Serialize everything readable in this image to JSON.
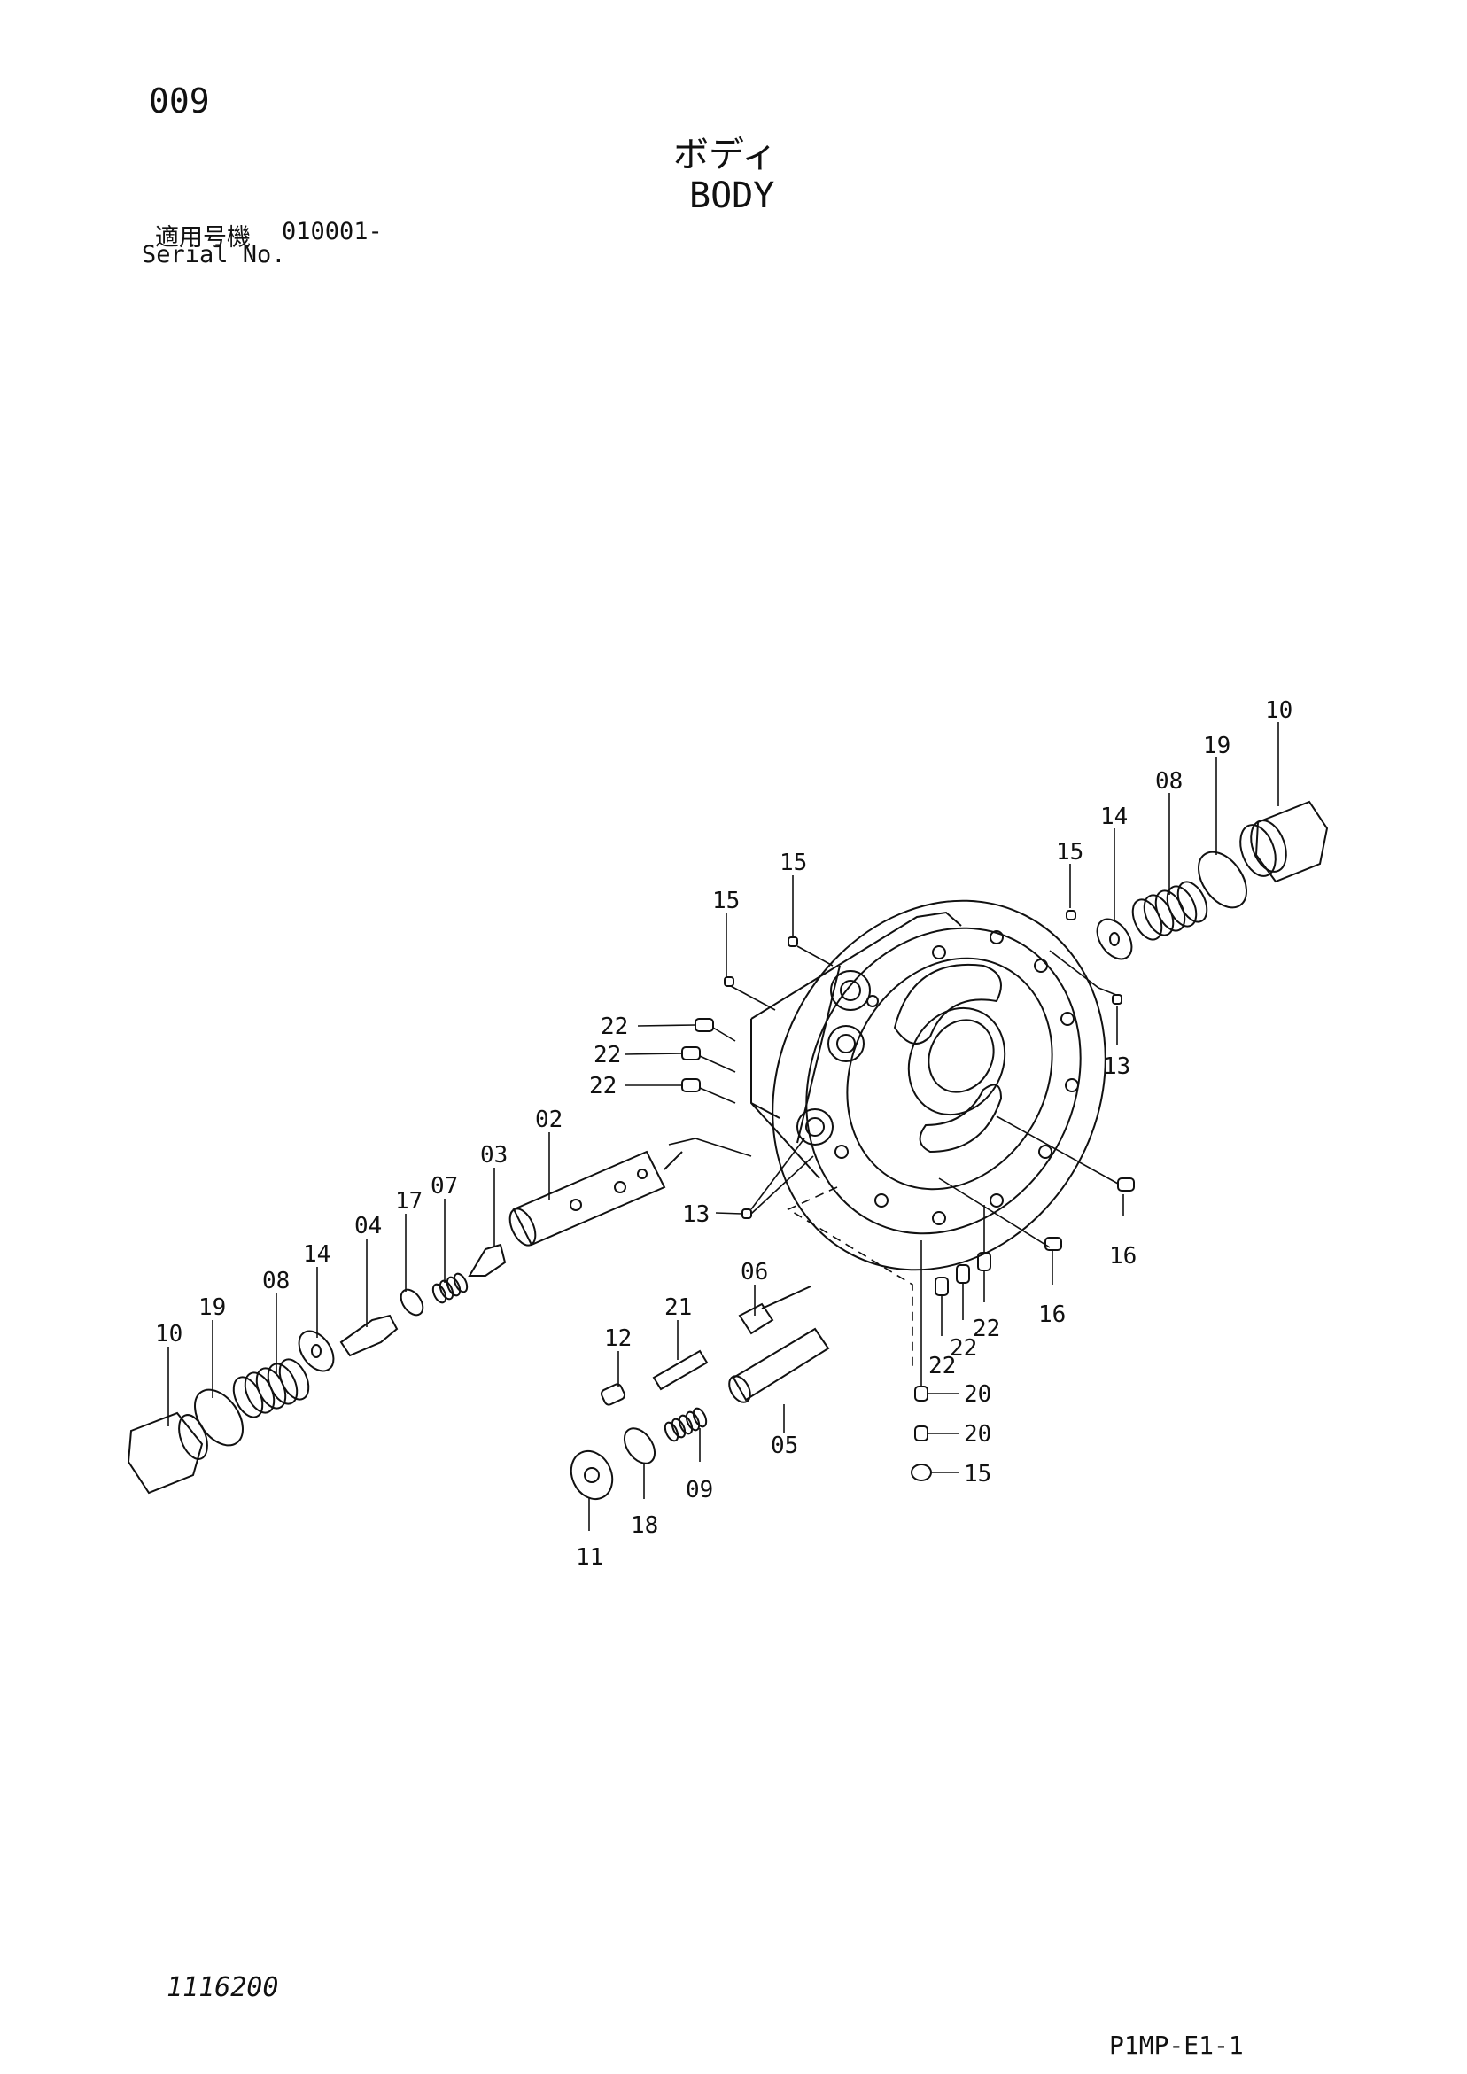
{
  "header": {
    "page_number": "009",
    "title_ja": "ボディ",
    "title_en": "BODY",
    "serial_label_ja": "適用号機",
    "serial_value": "010001-",
    "serial_label_en": "Serial No."
  },
  "footer": {
    "drawing_number": "1116200",
    "page_code": "P1MP-E1-1"
  },
  "callouts": [
    {
      "id": "c-10-right",
      "text": "10"
    },
    {
      "id": "c-19-right",
      "text": "19"
    },
    {
      "id": "c-08-right",
      "text": "08"
    },
    {
      "id": "c-14-right",
      "text": "14"
    },
    {
      "id": "c-15-right",
      "text": "15"
    },
    {
      "id": "c-15-top",
      "text": "15"
    },
    {
      "id": "c-15-left",
      "text": "15"
    },
    {
      "id": "c-13-right",
      "text": "13"
    },
    {
      "id": "c-22-a",
      "text": "22"
    },
    {
      "id": "c-22-b",
      "text": "22"
    },
    {
      "id": "c-22-c",
      "text": "22"
    },
    {
      "id": "c-02",
      "text": "02"
    },
    {
      "id": "c-03",
      "text": "03"
    },
    {
      "id": "c-07",
      "text": "07"
    },
    {
      "id": "c-17",
      "text": "17"
    },
    {
      "id": "c-04",
      "text": "04"
    },
    {
      "id": "c-14-left",
      "text": "14"
    },
    {
      "id": "c-08-left",
      "text": "08"
    },
    {
      "id": "c-19-left",
      "text": "19"
    },
    {
      "id": "c-10-left",
      "text": "10"
    },
    {
      "id": "c-13-left",
      "text": "13"
    },
    {
      "id": "c-06",
      "text": "06"
    },
    {
      "id": "c-21",
      "text": "21"
    },
    {
      "id": "c-12",
      "text": "12"
    },
    {
      "id": "c-05",
      "text": "05"
    },
    {
      "id": "c-09",
      "text": "09"
    },
    {
      "id": "c-18",
      "text": "18"
    },
    {
      "id": "c-11",
      "text": "11"
    },
    {
      "id": "c-16-right",
      "text": "16"
    },
    {
      "id": "c-16-mid",
      "text": "16"
    },
    {
      "id": "c-22-d",
      "text": "22"
    },
    {
      "id": "c-22-e",
      "text": "22"
    },
    {
      "id": "c-22-f",
      "text": "22"
    },
    {
      "id": "c-20-a",
      "text": "20"
    },
    {
      "id": "c-20-b",
      "text": "20"
    },
    {
      "id": "c-15-bottom",
      "text": "15"
    }
  ]
}
